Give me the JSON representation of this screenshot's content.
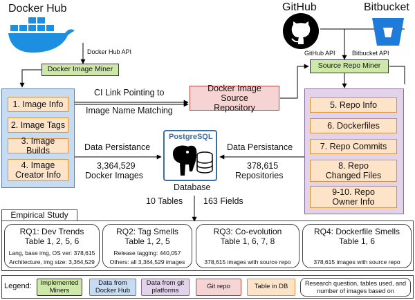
{
  "sources": {
    "docker_hub": "Docker Hub",
    "github": "GitHub",
    "bitbucket": "Bitbucket",
    "docker_hub_api": "Docker Hub API",
    "github_api": "GitHub API",
    "bitbucket_api": "Bitbucket API"
  },
  "miners": {
    "docker": "Docker Image Miner",
    "source": "Source Repo Miner"
  },
  "docker_tables": [
    "1. Image Info",
    "2. Image Tags",
    "3. Image Builds",
    "4. Image Creator Info"
  ],
  "repo_tables": [
    "5. Repo Info",
    "6. Dockerfiles",
    "7. Repo Commits",
    "8. Repo Changed Files",
    "9-10. Repo Owner Info"
  ],
  "center": {
    "ci_link": "CI Link Pointing to",
    "name_matching": "Image Name Matching",
    "source_repo_box": "Docker Image Source Repository",
    "persist_left": "Data Persistance",
    "persist_right": "Data Persistance",
    "docker_images_count": "3,364,529",
    "docker_images_label": "Docker Images",
    "repos_count": "378,615",
    "repos_label": "Repositories",
    "postgres_logo": "PostgreSQL",
    "database": "Database",
    "tables": "10 Tables",
    "fields": "163 Fields"
  },
  "study": {
    "title": "Empirical Study",
    "rqs": [
      {
        "title": "RQ1: Dev Trends",
        "tables": "Table 1, 2, 5, 6",
        "notes": [
          "Lang, base img, OS ver: 378,615",
          "Architecture, img size: 3,364,529"
        ]
      },
      {
        "title": "RQ2: Tag Smells",
        "tables": "Table 1, 2, 5",
        "notes": [
          "Release tagging: 440,057",
          "Others: all 3,364,529 images"
        ]
      },
      {
        "title": "RQ3: Co-evolution",
        "tables": "Table 1, 6, 7, 8",
        "notes": [
          "378,615 images with source repo"
        ]
      },
      {
        "title": "RQ4: Dockerfile Smells",
        "tables": "Table 1, 6",
        "notes": [
          "378,615 images with source repo"
        ]
      }
    ]
  },
  "legend": {
    "label": "Legend:",
    "items": [
      {
        "text": "Implemented Miners",
        "color": "#cde8a8"
      },
      {
        "text": "Data from Docker Hub",
        "color": "#c7dcf0"
      },
      {
        "text": "Data from git platforms",
        "color": "#e2d2ea"
      },
      {
        "text": "Git repo",
        "color": "#f6d4d4"
      },
      {
        "text": "Table in DB",
        "color": "#fde3c8"
      },
      {
        "text": "Research question, tables used, and number of images based on",
        "color": "#ffffff"
      }
    ]
  }
}
